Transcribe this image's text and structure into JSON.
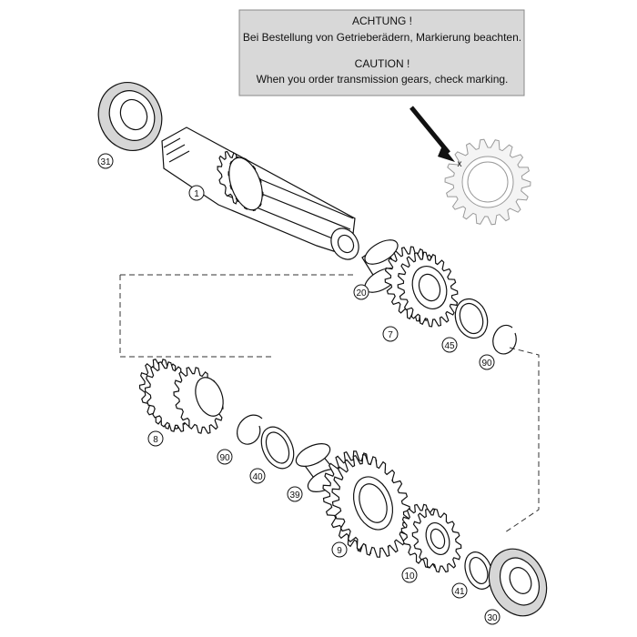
{
  "notice": {
    "de_title": "ACHTUNG !",
    "de_text": "Bei Bestellung von Getrieberädern, Markierung beachten.",
    "en_title": "CAUTION !",
    "en_text": "When you order transmission gears, check marking."
  },
  "callouts": {
    "p31": "31",
    "p1": "1",
    "p20": "20",
    "p7": "7",
    "p45": "45",
    "p90a": "90",
    "p8": "8",
    "p90b": "90",
    "p40": "40",
    "p39": "39",
    "p9": "9",
    "p10": "10",
    "p41": "41",
    "p30": "30"
  },
  "mark_symbol": "x"
}
